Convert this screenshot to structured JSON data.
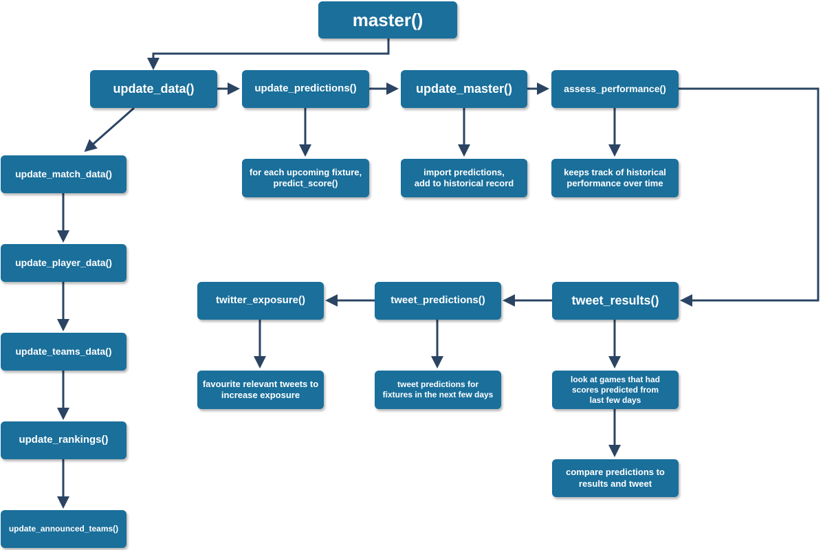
{
  "colors": {
    "node_fill": "#1a6f9b",
    "edge": "#2b4463",
    "text": "#ffffff"
  },
  "nodes": {
    "master": "master()",
    "update_data": "update_data()",
    "update_predictions": "update_predictions()",
    "update_master": "update_master()",
    "assess_performance": "assess_performance()",
    "update_match_data": "update_match_data()",
    "update_player_data": "update_player_data()",
    "update_teams_data": "update_teams_data()",
    "update_rankings": "update_rankings()",
    "update_announced_teams": "update_announced_teams()",
    "predictions_desc": [
      "for each upcoming fixture,",
      "predict_score()"
    ],
    "master_desc": [
      "import predictions,",
      "add to historical record"
    ],
    "performance_desc": [
      "keeps track of historical",
      "performance over time"
    ],
    "tweet_results": "tweet_results()",
    "tweet_predictions": "tweet_predictions()",
    "twitter_exposure": "twitter_exposure()",
    "exposure_desc": [
      "favourite relevant tweets to",
      "increase exposure"
    ],
    "tweet_predictions_desc": [
      "tweet predictions for",
      "fixtures in the next few days"
    ],
    "tweet_results_desc": [
      "look at games that had",
      "scores predicted from",
      "last few days"
    ],
    "compare_desc": [
      "compare predictions to",
      "results and tweet"
    ]
  }
}
